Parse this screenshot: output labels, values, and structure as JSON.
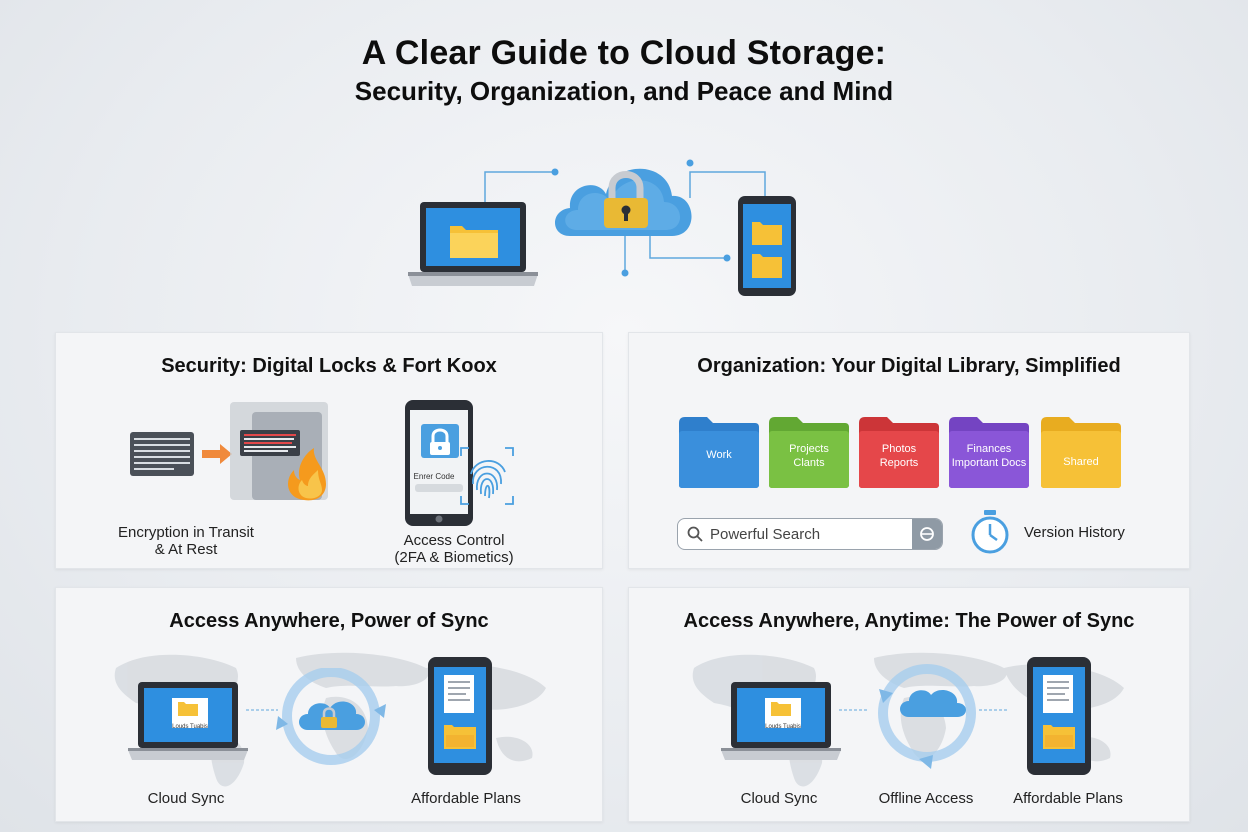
{
  "header": {
    "title": "A Clear Guide to Cloud Storage:",
    "subtitle": "Security, Organization, and Peace and Mind"
  },
  "security": {
    "title": "Security: Digital Locks & Fort Koox",
    "encryption_caption_1": "Encryption in Transit",
    "encryption_caption_2": "& At Rest",
    "phone_prompt": "Enrer Code",
    "access_caption_1": "Access Control",
    "access_caption_2": "(2FA & Biometics)"
  },
  "organization": {
    "title": "Organization: Your Digital Library, Simplified",
    "folders": [
      {
        "line1": "Work",
        "line2": "",
        "color": "#3a8fdc"
      },
      {
        "line1": "Projects",
        "line2": "Clants",
        "color": "#7ac143"
      },
      {
        "line1": "Photos",
        "line2": "Reports",
        "color": "#e5474a"
      },
      {
        "line1": "Finances",
        "line2": "Important Docs",
        "color": "#8a56d8"
      },
      {
        "line1": "Shared",
        "line2": "",
        "color": "#f6c137"
      }
    ],
    "search_placeholder": "Powerful Search",
    "version_history": "Version History"
  },
  "sync_left": {
    "title": "Access Anywhere, Power of Sync",
    "laptop_text": "Louds Tuabis",
    "caption_1": "Cloud Sync",
    "caption_2": "Affordable Plans"
  },
  "sync_right": {
    "title": "Access Anywhere, Anytime: The Power of Sync",
    "laptop_text": "Louds Tuabis",
    "caption_1": "Cloud Sync",
    "caption_2": "Offline Access",
    "caption_3": "Affordable Plans"
  },
  "colors": {
    "cloud_blue": "#4a9fe0",
    "folder_yellow": "#f6c137",
    "lock_gold": "#e9b934",
    "arrow_orange": "#f08a3c",
    "flame_orange": "#f59a1d"
  }
}
